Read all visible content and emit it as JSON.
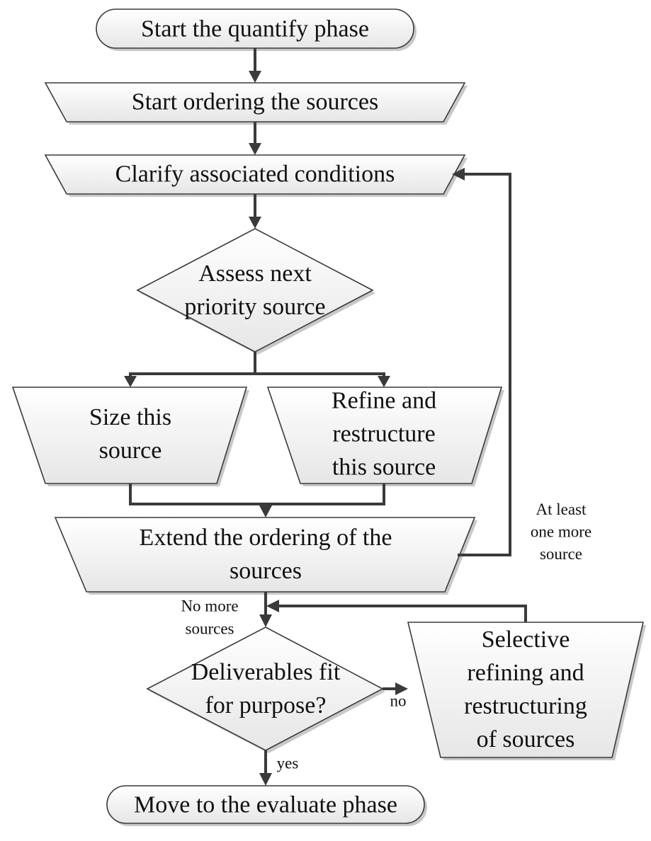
{
  "nodes": {
    "start": {
      "lines": [
        "Start the quantify phase"
      ]
    },
    "order": {
      "lines": [
        "Start ordering the sources"
      ]
    },
    "clarify": {
      "lines": [
        "Clarify associated conditions"
      ]
    },
    "assess": {
      "lines": [
        "Assess next",
        "priority source"
      ]
    },
    "size": {
      "lines": [
        "Size this",
        "source"
      ]
    },
    "refine": {
      "lines": [
        "Refine and",
        "restructure",
        "this source"
      ]
    },
    "extend": {
      "lines": [
        "Extend the ordering of the",
        "sources"
      ]
    },
    "fit": {
      "lines": [
        "Deliverables fit",
        "for purpose?"
      ]
    },
    "selective": {
      "lines": [
        "Selective",
        "refining and",
        "restructuring",
        "of sources"
      ]
    },
    "end": {
      "lines": [
        "Move to the evaluate phase"
      ]
    }
  },
  "edge_labels": {
    "more": {
      "lines": [
        "At least",
        "one more",
        "source"
      ]
    },
    "none": {
      "lines": [
        "No more",
        "sources"
      ]
    },
    "no": {
      "lines": [
        "no"
      ]
    },
    "yes": {
      "lines": [
        "yes"
      ]
    }
  },
  "colors": {
    "fill_top": "#ffffff",
    "fill_bottom": "#e6e6e6",
    "stroke": "#3a3a3a"
  }
}
